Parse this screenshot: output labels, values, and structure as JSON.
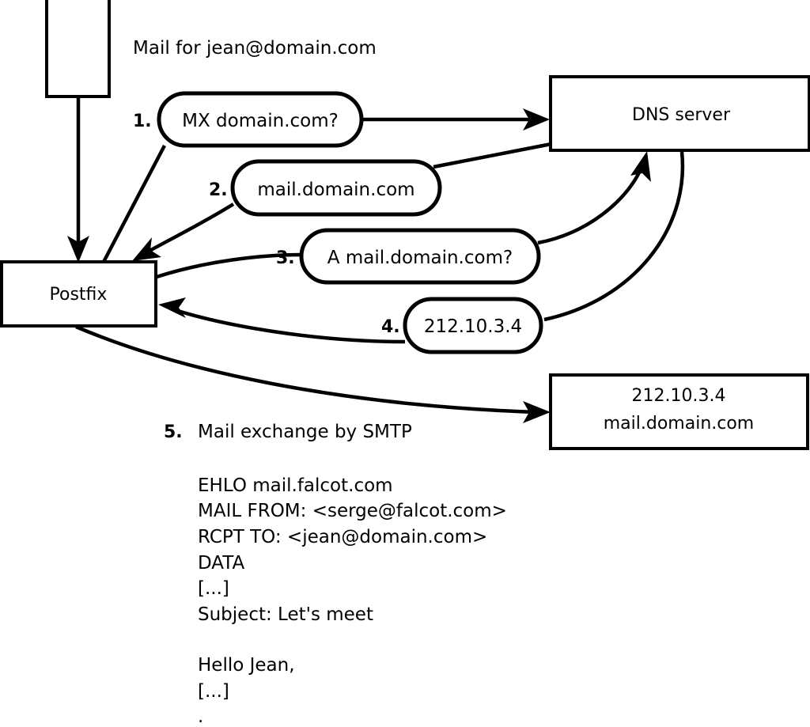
{
  "diagram": {
    "title_caption": "Mail for jean@domain.com",
    "nodes": [
      {
        "id": "sender",
        "label": ""
      },
      {
        "id": "postfix",
        "label": "Postfix"
      },
      {
        "id": "dns",
        "label": "DNS server"
      },
      {
        "id": "mailserver",
        "line1": "212.10.3.4",
        "line2": "mail.domain.com"
      }
    ],
    "steps": [
      {
        "num": "1.",
        "text": "MX domain.com?"
      },
      {
        "num": "2.",
        "text": "mail.domain.com"
      },
      {
        "num": "3.",
        "text": "A mail.domain.com?"
      },
      {
        "num": "4.",
        "text": "212.10.3.4"
      }
    ],
    "smtp": {
      "num": "5.",
      "heading": "Mail exchange by SMTP",
      "transcript": [
        "EHLO mail.falcot.com",
        "MAIL FROM: <serge@falcot.com>",
        "RCPT TO: <jean@domain.com>",
        "DATA",
        "[...]",
        "Subject: Let's meet",
        "",
        "Hello Jean,",
        "[...]",
        "."
      ]
    },
    "colors": {
      "stroke": "#000000",
      "fill": "#ffffff",
      "background": "#ffffff"
    }
  }
}
